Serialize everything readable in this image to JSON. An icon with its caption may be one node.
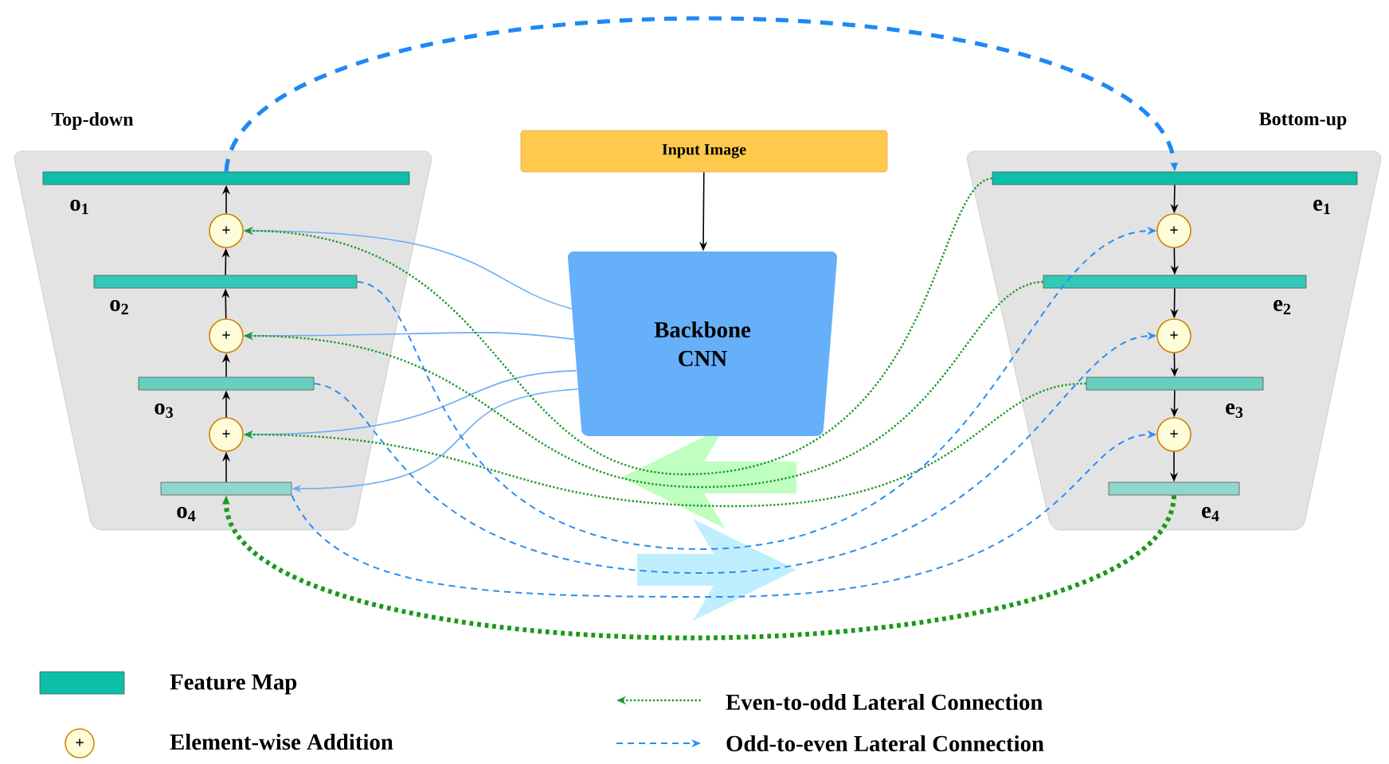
{
  "diagram": {
    "nodes": [
      {
        "text": [
          "Top-down"
        ]
      },
      {
        "text": [
          "o$_{1}$"
        ],
        "in": 0
      },
      {
        "text": [
          "+"
        ],
        "in": 0
      },
      {
        "text": [
          "o$_{2}$"
        ],
        "in": 0
      },
      {
        "text": [
          "+"
        ],
        "in": 0
      },
      {
        "text": [
          "o$_{3}$"
        ],
        "in": 0
      },
      {
        "text": [
          "+"
        ],
        "in": 0
      },
      {
        "text": [
          "o$_{4}$"
        ],
        "in": 0
      },
      {
        "text": [
          "Bottom-up"
        ]
      },
      {
        "text": [
          "e$_{1}$"
        ],
        "in": 8
      },
      {
        "text": [
          "+"
        ],
        "in": 8
      },
      {
        "text": [
          "e$_{2}$"
        ],
        "in": 8
      },
      {
        "text": [
          "+"
        ],
        "in": 8
      },
      {
        "text": [
          "e$_{3}$"
        ],
        "in": 8
      },
      {
        "text": [
          "+"
        ],
        "in": 8
      },
      {
        "text": [
          "e$_{4}$"
        ],
        "in": 8
      },
      {
        "text": [
          "Input Image"
        ]
      },
      {
        "text": [
          "Backbone CNN"
        ]
      }
    ],
    "edges": [
      {
        "from": 7,
        "to": 6,
        "arrow": "to"
      },
      {
        "from": 6,
        "to": 5,
        "arrow": "to"
      },
      {
        "from": 5,
        "to": 4,
        "arrow": "to"
      },
      {
        "from": 4,
        "to": 3,
        "arrow": "to"
      },
      {
        "from": 3,
        "to": 2,
        "arrow": "to"
      },
      {
        "from": 2,
        "to": 1,
        "arrow": "to"
      },
      {
        "from": 9,
        "to": 10,
        "arrow": "to"
      },
      {
        "from": 10,
        "to": 11,
        "arrow": "to"
      },
      {
        "from": 11,
        "to": 12,
        "arrow": "to"
      },
      {
        "from": 12,
        "to": 13,
        "arrow": "to"
      },
      {
        "from": 13,
        "to": 14,
        "arrow": "to"
      },
      {
        "from": 14,
        "to": 15,
        "arrow": "to"
      },
      {
        "from": 16,
        "to": 17,
        "arrow": "to"
      },
      {
        "from": 17,
        "to": 2,
        "arrow": "to",
        "color": "#6aaef5"
      },
      {
        "from": 17,
        "to": 4,
        "arrow": "to",
        "color": "#6aaef5"
      },
      {
        "from": 17,
        "to": 6,
        "arrow": "to",
        "color": "#6aaef5"
      },
      {
        "from": 17,
        "to": 7,
        "arrow": "to",
        "color": "#6aaef5"
      },
      {
        "from": 9,
        "to": 2,
        "arrow": "to",
        "style": "dashed",
        "color": "#1f9a2a"
      },
      {
        "from": 11,
        "to": 4,
        "arrow": "to",
        "style": "dashed",
        "color": "#1f9a2a"
      },
      {
        "from": 13,
        "to": 6,
        "arrow": "to",
        "style": "dashed",
        "color": "#1f9a2a"
      },
      {
        "from": 3,
        "to": 10,
        "arrow": "to",
        "style": "dashed",
        "color": "#2a8ef0"
      },
      {
        "from": 5,
        "to": 12,
        "arrow": "to",
        "style": "dashed",
        "color": "#2a8ef0"
      },
      {
        "from": 7,
        "to": 14,
        "arrow": "to",
        "style": "dashed",
        "color": "#2a8ef0"
      },
      {
        "from": 1,
        "to": 9,
        "arrow": "to",
        "style": "dashed",
        "color": "#1e88f5"
      },
      {
        "from": 15,
        "to": 7,
        "arrow": "to",
        "style": "dashed",
        "color": "#1a9a1a"
      }
    ],
    "labels": [
      "+"
    ],
    "legend": [
      {
        "text": "Feature Map",
        "color": "#0bbfa8"
      },
      {
        "text": "Element-wise Addition"
      },
      {
        "text": "Even-to-odd Lateral Connection"
      },
      {
        "text": "Odd-to-even Lateral Connection"
      }
    ]
  }
}
